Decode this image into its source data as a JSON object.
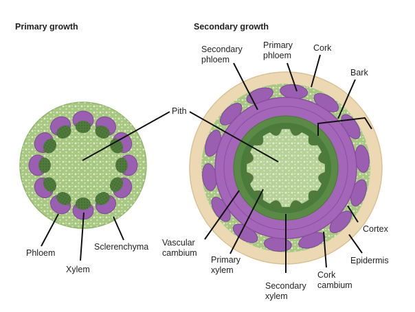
{
  "titles": {
    "primary": "Primary growth",
    "secondary": "Secondary growth"
  },
  "labels": {
    "pith": "Pith",
    "phloem": "Phloem",
    "xylem": "Xylem",
    "sclerenchyma": "Sclerenchyma",
    "secondary_phloem_1": "Secondary",
    "secondary_phloem_2": "phloem",
    "primary_phloem_1": "Primary",
    "primary_phloem_2": "phloem",
    "cork": "Cork",
    "bark": "Bark",
    "cortex": "Cortex",
    "epidermis": "Epidermis",
    "vascular_cambium_1": "Vascular",
    "vascular_cambium_2": "cambium",
    "primary_xylem_1": "Primary",
    "primary_xylem_2": "xylem",
    "secondary_xylem_1": "Secondary",
    "secondary_xylem_2": "xylem",
    "cork_cambium_1": "Cork",
    "cork_cambium_2": "cambium"
  },
  "colors": {
    "ground_tissue": "#a8c882",
    "ground_dots": "#e6eed8",
    "phloem": "#9a5fb0",
    "phloem_dark": "#7d4896",
    "xylem": "#4f7a3c",
    "xylem_light": "#6a9a50",
    "cork": "#ecd9b4",
    "sec_phloem": "#a466b8",
    "sec_xylem": "#5a8a46",
    "pith": "#b7d298"
  }
}
